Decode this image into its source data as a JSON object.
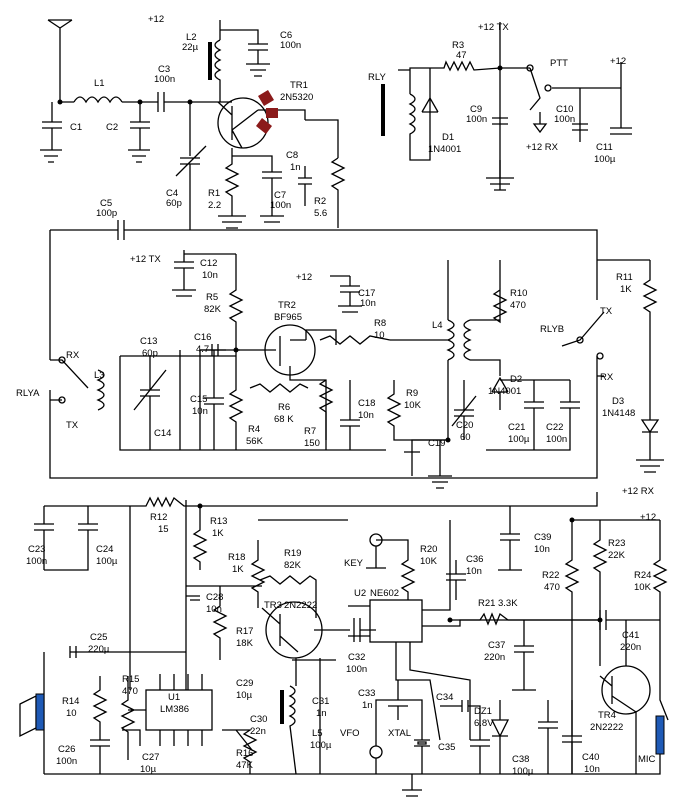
{
  "supply": {
    "p12_l2": "+12",
    "p12_tx_top": "+12 TX",
    "p12_ptt": "+12",
    "p12_rx_ptt": "+12 RX",
    "p12_tx_c12": "+12 TX",
    "p12_tr2": "+12",
    "p12_rx_bottom": "+12 RX",
    "p12_bottom_right": "+12"
  },
  "switches": {
    "ptt": "PTT",
    "rly": "RLY",
    "rlya": "RLYA",
    "rlyb": "RLYB",
    "rx_a": "RX",
    "tx_a": "TX",
    "tx_b": "TX",
    "rx_b": "RX"
  },
  "ports": {
    "key": "KEY",
    "vfo": "VFO",
    "xtal": "XTAL",
    "mic": "MIC"
  },
  "components": [
    {
      "ref": "L1",
      "value": ""
    },
    {
      "ref": "L2",
      "value": "22µ"
    },
    {
      "ref": "C1",
      "value": ""
    },
    {
      "ref": "C2",
      "value": ""
    },
    {
      "ref": "C3",
      "value": "100n"
    },
    {
      "ref": "C4",
      "value": "60p"
    },
    {
      "ref": "C5",
      "value": "100p"
    },
    {
      "ref": "C6",
      "value": "100n"
    },
    {
      "ref": "C7",
      "value": "100n"
    },
    {
      "ref": "C8",
      "value": "1n"
    },
    {
      "ref": "R1",
      "value": "2.2"
    },
    {
      "ref": "R2",
      "value": "5.6"
    },
    {
      "ref": "TR1",
      "value": "2N5320"
    },
    {
      "ref": "R3",
      "value": "47"
    },
    {
      "ref": "D1",
      "value": "1N4001"
    },
    {
      "ref": "C9",
      "value": "100n"
    },
    {
      "ref": "C10",
      "value": "100n"
    },
    {
      "ref": "C11",
      "value": "100µ"
    },
    {
      "ref": "C12",
      "value": "10n"
    },
    {
      "ref": "R5",
      "value": "82K"
    },
    {
      "ref": "TR2",
      "value": "BF965"
    },
    {
      "ref": "C17",
      "value": "10n"
    },
    {
      "ref": "R8",
      "value": "10"
    },
    {
      "ref": "R10",
      "value": "470"
    },
    {
      "ref": "R11",
      "value": "1K"
    },
    {
      "ref": "L4",
      "value": ""
    },
    {
      "ref": "C13",
      "value": "60p"
    },
    {
      "ref": "C16",
      "value": "4.7"
    },
    {
      "ref": "L3",
      "value": ""
    },
    {
      "ref": "C15",
      "value": "10n"
    },
    {
      "ref": "C14",
      "value": ""
    },
    {
      "ref": "R6",
      "value": "68 K"
    },
    {
      "ref": "R4",
      "value": "56K"
    },
    {
      "ref": "R7",
      "value": "150"
    },
    {
      "ref": "C18",
      "value": "10n"
    },
    {
      "ref": "R9",
      "value": "10K"
    },
    {
      "ref": "C19",
      "value": ""
    },
    {
      "ref": "C20",
      "value": "60"
    },
    {
      "ref": "D2",
      "value": "1N4001"
    },
    {
      "ref": "C21",
      "value": "100µ"
    },
    {
      "ref": "C22",
      "value": "100n"
    },
    {
      "ref": "D3",
      "value": "1N4148"
    },
    {
      "ref": "R12",
      "value": "15"
    },
    {
      "ref": "R13",
      "value": "1K"
    },
    {
      "ref": "C23",
      "value": "100n"
    },
    {
      "ref": "C24",
      "value": "100µ"
    },
    {
      "ref": "R18",
      "value": "1K"
    },
    {
      "ref": "R19",
      "value": "82K"
    },
    {
      "ref": "R20",
      "value": "10K"
    },
    {
      "ref": "C36",
      "value": "10n"
    },
    {
      "ref": "C39",
      "value": "10n"
    },
    {
      "ref": "R22",
      "value": "470"
    },
    {
      "ref": "R23",
      "value": "22K"
    },
    {
      "ref": "R24",
      "value": "10K"
    },
    {
      "ref": "C28",
      "value": "10n"
    },
    {
      "ref": "TR3",
      "value": "2N2222"
    },
    {
      "ref": "U2",
      "value": "NE602"
    },
    {
      "ref": "R21",
      "value": "3.3K"
    },
    {
      "ref": "C41",
      "value": "220n"
    },
    {
      "ref": "R17",
      "value": "18K"
    },
    {
      "ref": "C25",
      "value": "220µ"
    },
    {
      "ref": "C32",
      "value": "100n"
    },
    {
      "ref": "C37",
      "value": "220n"
    },
    {
      "ref": "U1",
      "value": "LM386"
    },
    {
      "ref": "R15",
      "value": "470"
    },
    {
      "ref": "R14",
      "value": "10"
    },
    {
      "ref": "C29",
      "value": "10µ"
    },
    {
      "ref": "C31",
      "value": "1n"
    },
    {
      "ref": "C33",
      "value": "1n"
    },
    {
      "ref": "C34",
      "value": ""
    },
    {
      "ref": "DZ1",
      "value": "6.8V"
    },
    {
      "ref": "TR4",
      "value": "2N2222"
    },
    {
      "ref": "C30",
      "value": "22n"
    },
    {
      "ref": "L5",
      "value": "100µ"
    },
    {
      "ref": "C26",
      "value": "100n"
    },
    {
      "ref": "C27",
      "value": "10µ"
    },
    {
      "ref": "R16",
      "value": "47K"
    },
    {
      "ref": "C35",
      "value": ""
    },
    {
      "ref": "C38",
      "value": "100µ"
    },
    {
      "ref": "C40",
      "value": "10n"
    }
  ]
}
